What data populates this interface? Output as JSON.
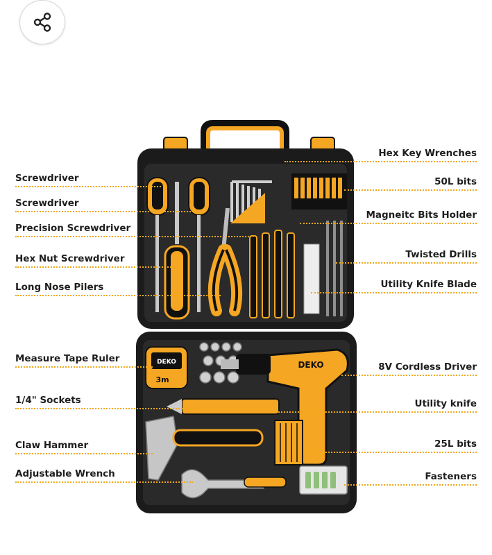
{
  "share": {
    "icon": "share-icon"
  },
  "product": {
    "brand": "DEKO",
    "tape_marking": "3m"
  },
  "colors": {
    "accent": "#f5a623",
    "case": "#1b1b1b",
    "label_text": "#1e1e1e",
    "leader_dots": "#f0a81c"
  },
  "labels_left": [
    {
      "text": "Screwdriver"
    },
    {
      "text": "Screwdriver"
    },
    {
      "text": "Precision Screwdriver"
    },
    {
      "text": "Hex Nut Screwdriver"
    },
    {
      "text": "Long Nose Pilers"
    },
    {
      "text": "Measure Tape Ruler"
    },
    {
      "text": "1/4\" Sockets"
    },
    {
      "text": "Claw Hammer"
    },
    {
      "text": "Adjustable Wrench"
    }
  ],
  "labels_right": [
    {
      "text": "Hex Key Wrenches"
    },
    {
      "text": "50L bits"
    },
    {
      "text": "Magneitc Bits Holder"
    },
    {
      "text": "Twisted Drills"
    },
    {
      "text": "Utility Knife Blade"
    },
    {
      "text": "8V Cordless Driver"
    },
    {
      "text": "Utility knife"
    },
    {
      "text": "25L bits"
    },
    {
      "text": "Fasteners"
    }
  ]
}
